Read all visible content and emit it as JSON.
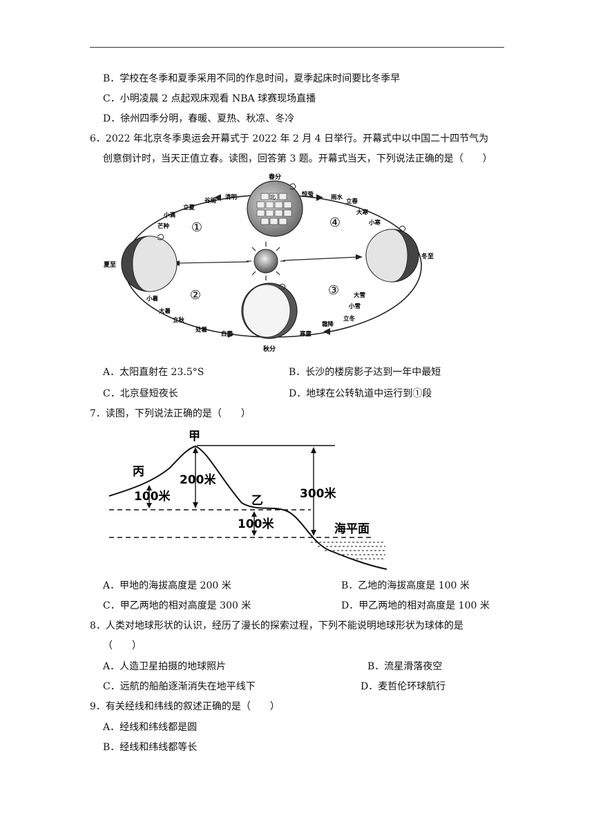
{
  "q5": {
    "B": "B．学校在冬季和夏季采用不同的作息时间，夏季起床时间要比冬季早",
    "C": "C．小明凌晨 2 点起观床观看 NBA 球赛现场直播",
    "D": "D．徐州四季分明，春暖、夏热、秋凉、冬冷"
  },
  "q6": {
    "stem_line1": "6．2022 年北京冬季奥运会开幕式于 2022 年 2 月 4 日举行。开幕式中以中国二十四节气为",
    "stem_line2": "创意倒计时，当天正值立春。读图，回答第 3 题。开幕式当天，下列说法正确的是（　　）",
    "figure": {
      "chunfen": "春分",
      "xiazhi": "夏至",
      "qiufen": "秋分",
      "dongzhi": "冬至",
      "qingming": "清明",
      "guyu": "谷雨",
      "lixia": "立夏",
      "xiaoman": "小满",
      "mangzhong": "芒种",
      "jingzhe": "惊蛰",
      "yushui": "雨水",
      "lichun": "立春",
      "dahan": "大寒",
      "xiaohan": "小寒",
      "xiaoshu": "小暑",
      "dashu": "大暑",
      "liqiu": "立秋",
      "chushu": "处暑",
      "bailu": "白露",
      "hanlu": "寒露",
      "shuangjiang": "霜降",
      "lidong": "立冬",
      "xiaoxue": "小雪",
      "daxue": "大雪",
      "seg1": "①",
      "seg2": "②",
      "seg3": "③",
      "seg4": "④",
      "bei": "北"
    },
    "A": "A．太阳直射在 23.5°S",
    "B": "B．长沙的楼房影子达到一年中最短",
    "C": "C．北京昼短夜长",
    "D": "D．地球在公转轨道中运行到①段"
  },
  "q7": {
    "stem": "7．读图，下列说法正确的是（　　）",
    "figure": {
      "jia": "甲",
      "yi": "乙",
      "bing": "丙",
      "h200": "200米",
      "h300": "300米",
      "h100a": "100米",
      "h100b": "100米",
      "sea": "海平面"
    },
    "A": "A．甲地的海拔高度是 200 米",
    "B": "B．乙地的海拔高度是 100 米",
    "C": "C．甲乙两地的相对高度是 300 米",
    "D": "D．甲乙两地的相对高度是 100 米"
  },
  "q8": {
    "stem_line1": "8．人类对地球形状的认识，经历了漫长的探索过程，下列不能说明地球形状为球体的是",
    "stem_line2": "（　　）",
    "A": "A．人造卫星拍摄的地球照片",
    "B": "B．流星滑落夜空",
    "C": "C．远航的船舶逐渐消失在地平线下",
    "D": "D．麦哲伦环球航行"
  },
  "q9": {
    "stem": "9．有关经线和纬线的叙述正确的是（　　）",
    "A": "A．经线和纬线都是圆",
    "B": "B．经线和纬线都等长"
  }
}
